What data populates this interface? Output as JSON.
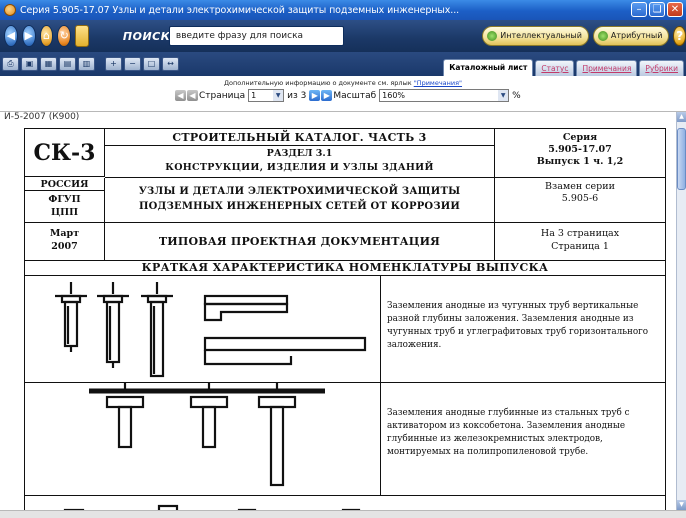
{
  "window": {
    "title": "Серия 5.905-17.07 Узлы и детали электрохимической защиты подземных инженерных..."
  },
  "navbar": {
    "search_label": "ПОИСК",
    "search_placeholder": "введите фразу для поиска",
    "intellectual_button": "Интеллектуальный",
    "attribute_button": "Атрибутный",
    "help_label": "?"
  },
  "tabs": [
    {
      "label": "Каталожный лист",
      "active": true
    },
    {
      "label": "Статус"
    },
    {
      "label": "Примечания"
    },
    {
      "label": "Рубрики"
    }
  ],
  "info": {
    "note_prefix": "Дополнительную информацию о документе см. ярлык ",
    "note_link": "\"Примечания\"",
    "page_label": "Страница",
    "page_value": "1",
    "page_of": "из 3",
    "zoom_label": "Масштаб",
    "zoom_value": "160%",
    "zoom_suffix": "%"
  },
  "document": {
    "code": "И-5-2007 (К900)",
    "series_code": "СК-3",
    "catalog_title": "СТРОИТЕЛЬНЫЙ КАТАЛОГ. ЧАСТЬ 3",
    "section_line": "РАЗДЕЛ 3.1",
    "section_name": "КОНСТРУКЦИИ, ИЗДЕЛИЯ И УЗЛЫ ЗДАНИЙ",
    "series_label": "Серия",
    "series_number": "5.905-17.07",
    "issue": "Выпуск 1 ч. 1,2",
    "country": "РОССИЯ",
    "org_line1": "ФГУП",
    "org_line2": "ЦПП",
    "doc_title_line1": "УЗЛЫ И ДЕТАЛИ ЭЛЕКТРОХИМИЧЕСКОЙ ЗАЩИТЫ",
    "doc_title_line2": "ПОДЗЕМНЫХ ИНЖЕНЕРНЫХ СЕТЕЙ ОТ КОРРОЗИИ",
    "replaces_label": "Взамен серии",
    "replaces_value": "5.905-6",
    "date_month": "Март",
    "date_year": "2007",
    "doc_type": "ТИПОВАЯ ПРОЕКТНАЯ ДОКУМЕНТАЦИЯ",
    "pages_total": "На 3 страницах",
    "page_current": "Страница 1",
    "summary_heading": "КРАТКАЯ ХАРАКТЕРИСТИКА НОМЕНКЛАТУРЫ ВЫПУСКА",
    "item1_text": "Заземления анодные из чугунных труб вертикальные разной глубины заложения. Заземления анодные из чугунных труб и углеграфитовых труб горизонтального заложения.",
    "item2_text": "Заземления анодные глубинные из стальных труб с активатором из коксобетона. Заземления анодные глубинные из железокремнистых электродов, монтируемых на полипропиленовой трубе."
  }
}
